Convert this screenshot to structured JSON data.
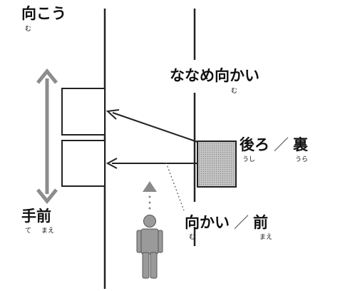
{
  "labels": {
    "beyond": {
      "text": "向こう",
      "ruby": "む"
    },
    "diagonal": {
      "text": "ななめ向かい",
      "ruby": "む"
    },
    "back": {
      "main": "後ろ",
      "sep": "／",
      "alt": "裏",
      "ruby_main": "うし",
      "ruby_alt": "うら"
    },
    "front_side": {
      "text": "手前",
      "ruby_te": "て",
      "ruby_mae": "まえ"
    },
    "opposite": {
      "main": "向かい",
      "sep": "／",
      "alt": "前",
      "ruby_main": "む",
      "ruby_alt": "まえ"
    }
  },
  "colors": {
    "line": "#222222",
    "arrow_gray": "#8c8c8c",
    "building_fill": "#b4b4b4",
    "person": "#9a9a9a"
  },
  "icons": [
    "double-arrow-icon",
    "arrow-left-icon",
    "person-icon",
    "triangle-up-icon"
  ]
}
